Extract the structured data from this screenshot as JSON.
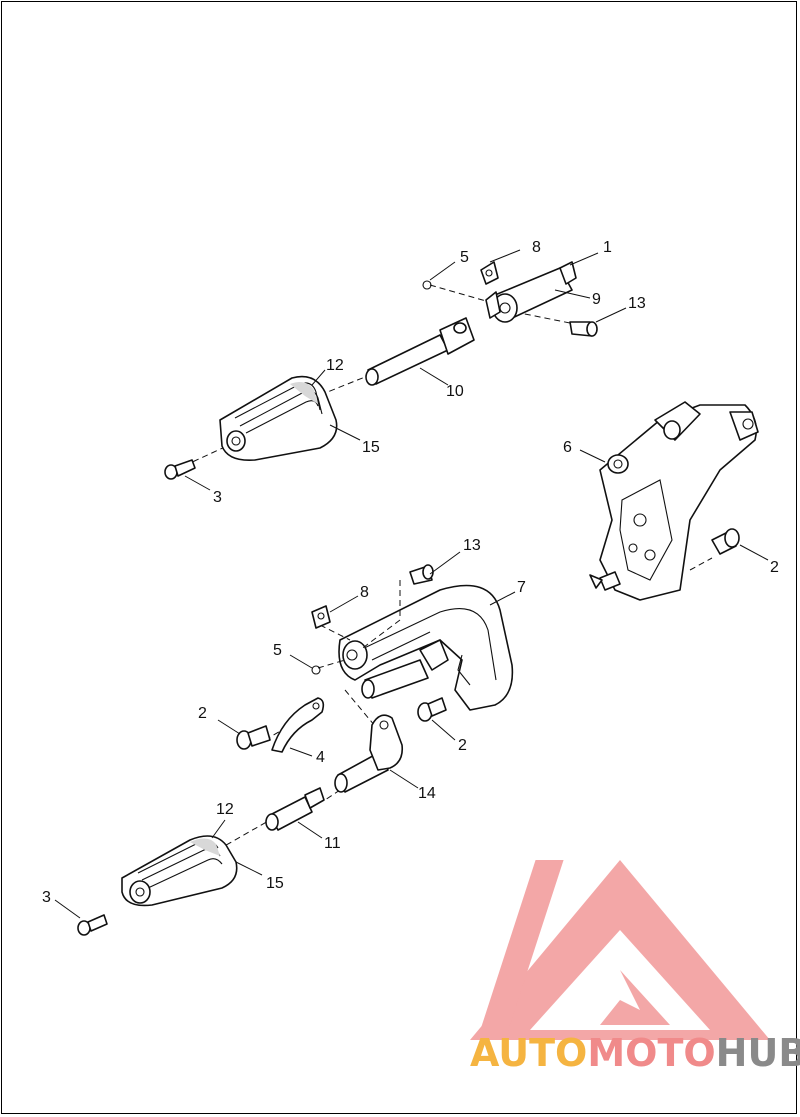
{
  "callouts": {
    "c1": "1",
    "c2a": "2",
    "c2b": "2",
    "c2c": "2",
    "c3a": "3",
    "c3b": "3",
    "c4": "4",
    "c5a": "5",
    "c5b": "5",
    "c6": "6",
    "c7": "7",
    "c8a": "8",
    "c8b": "8",
    "c9": "9",
    "c10": "10",
    "c11": "11",
    "c12a": "12",
    "c12b": "12",
    "c13a": "13",
    "c13b": "13",
    "c14": "14",
    "c15a": "15",
    "c15b": "15"
  },
  "watermark": {
    "part1": "AUTO",
    "part2": "MOTO",
    "part3": "HUB",
    "color_primary": "#f08a8a",
    "color_secondary": "#f5b441",
    "color_tertiary": "#8a8a8a"
  }
}
